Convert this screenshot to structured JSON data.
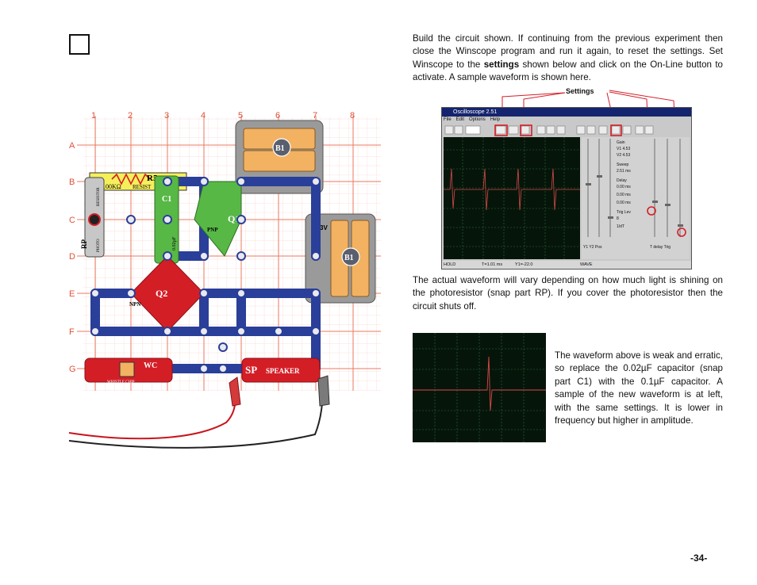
{
  "page": {
    "number": "-34-"
  },
  "instructions": {
    "intro_before_bold": "Build the circuit shown. If continuing from the previous experiment then close the Winscope program and run it again, to reset the settings. Set Winscope to the ",
    "intro_bold": "settings",
    "intro_after_bold": " shown below and click on the On-Line button to activate. A sample waveform is shown here.",
    "waveform_note": "The actual waveform will vary depending on how much light is shining on the photoresistor (snap part RP). If you cover the photoresistor then the circuit shuts off.",
    "capacitor_note": "The waveform above is weak and erratic, so replace the 0.02µF capacitor (snap part C1) with the 0.1µF capacitor. A sample of the new waveform is at left, with the same settings. It is lower in frequency but higher in amplitude."
  },
  "oscilloscope": {
    "callout": "Settings",
    "title": "Oscilloscope 2.51",
    "menu": [
      "File",
      "Edit",
      "Options",
      "Help"
    ],
    "panel": [
      "Gain",
      "V1 4.53",
      "V2 4.53",
      "Sweep",
      "2.51 ms",
      "Delay",
      "0.00 ms",
      "0.00 ms",
      "0.00 ms",
      "Trig Lev",
      "8",
      "1/dT"
    ],
    "bottom_labels": [
      "Y1  Y2  Pos",
      "T   delay  Trig"
    ],
    "status": [
      "HOLD",
      "T=1.01 ms",
      "Y1=-22.0",
      "WAVE"
    ]
  },
  "circuit": {
    "columns": [
      "1",
      "2",
      "3",
      "4",
      "5",
      "6",
      "7",
      "8"
    ],
    "rows": [
      "A",
      "B",
      "C",
      "D",
      "E",
      "F",
      "G"
    ],
    "parts": {
      "r5": "R5",
      "r5_value": "100KΩ",
      "r5_word": "RESIST",
      "resistor_side": "RESISTOR",
      "rp": "RP",
      "photo": "PHOTO",
      "c1": "C1",
      "c1_value": "0.02µF",
      "q1": "Q1",
      "pnp": "PNP",
      "q2": "Q2",
      "npn": "NPN",
      "b1": "B1",
      "volt": "3V",
      "wc": "WC",
      "whistle": "WHISTLE CHIP",
      "sp": "SP",
      "speaker": "SPEAKER"
    }
  },
  "colors": {
    "grid": "#e87a62",
    "blue_wire": "#2a3f99",
    "red_part": "#d41e26",
    "green_part": "#58b846",
    "battery_orange": "#f2b261",
    "scope_bg": "#06150a",
    "trace": "#d84a4a"
  }
}
